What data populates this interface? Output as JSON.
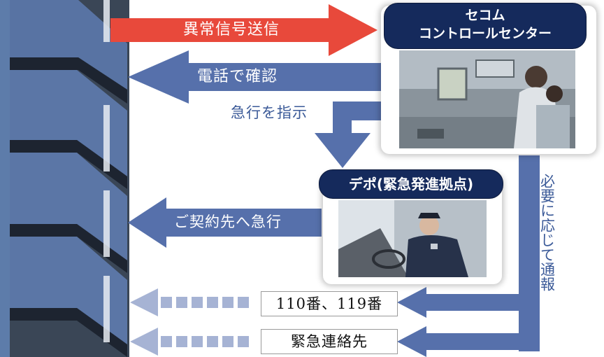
{
  "labels": {
    "signal": "異常信号送信",
    "phone": "電話で確認",
    "instruct": "急行を指示",
    "rush": "ご契約先へ急行",
    "notify_side": "必要に応じて通報"
  },
  "secom_center": {
    "line1": "セコム",
    "line2": "コントロールセンター"
  },
  "depot": {
    "title": "デポ(緊急発進拠点)"
  },
  "notify_targets": [
    "110番、119番",
    "緊急連絡先"
  ],
  "colors": {
    "red_arrow": "#e8493b",
    "blue_arrow": "#5670ab",
    "pale_arrow": "#a6b3d4",
    "navy": "#152a5c"
  }
}
